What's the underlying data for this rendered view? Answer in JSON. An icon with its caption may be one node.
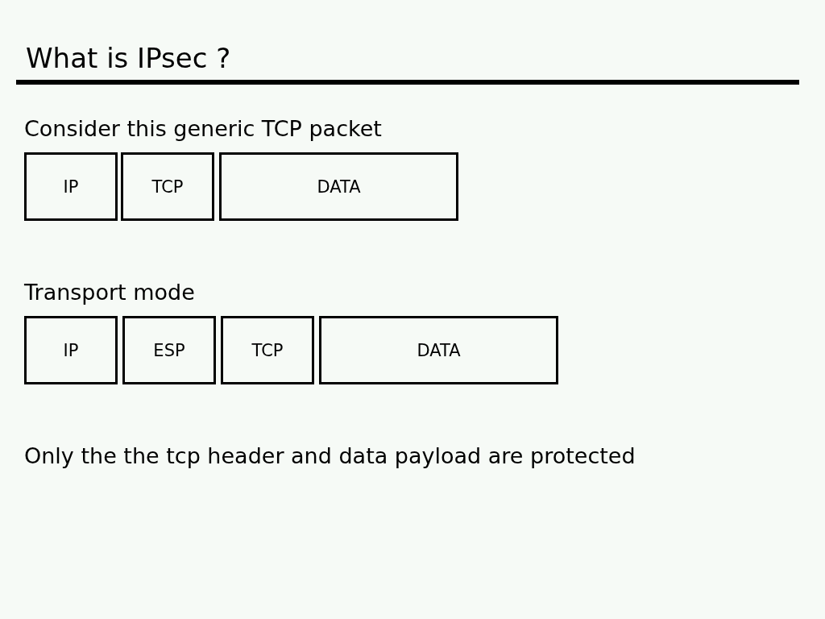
{
  "diagram": {
    "title": "What is IPsec ?",
    "nodes": [
      {
        "text": [
          "IP"
        ]
      },
      {
        "text": [
          "TCP"
        ]
      },
      {
        "text": [
          "DATA"
        ]
      },
      {
        "text": [
          "IP"
        ]
      },
      {
        "text": [
          "ESP"
        ]
      },
      {
        "text": [
          "TCP"
        ]
      },
      {
        "text": [
          "DATA"
        ]
      }
    ],
    "labels": [
      "Consider this generic TCP packet",
      "Transport mode",
      "Only the the tcp header and data payload are protected"
    ]
  }
}
